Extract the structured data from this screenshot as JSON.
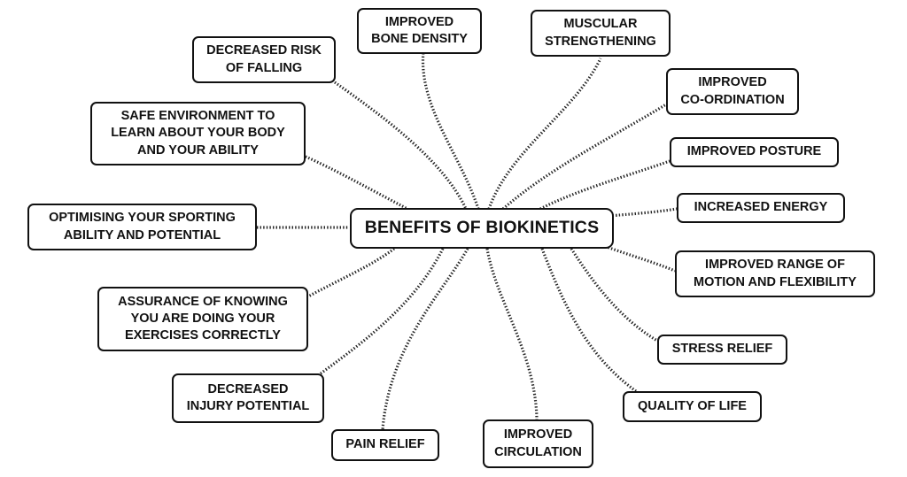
{
  "center": {
    "label": "BENEFITS OF BIOKINETICS"
  },
  "benefits": [
    {
      "label": "IMPROVED\nBONE DENSITY"
    },
    {
      "label": "MUSCULAR\nSTRENGTHENING"
    },
    {
      "label": "IMPROVED\nCO-ORDINATION"
    },
    {
      "label": "IMPROVED POSTURE"
    },
    {
      "label": "INCREASED ENERGY"
    },
    {
      "label": "IMPROVED RANGE OF\nMOTION AND FLEXIBILITY"
    },
    {
      "label": "STRESS RELIEF"
    },
    {
      "label": "QUALITY OF LIFE"
    },
    {
      "label": "IMPROVED\nCIRCULATION"
    },
    {
      "label": "PAIN RELIEF"
    },
    {
      "label": "DECREASED\nINJURY POTENTIAL"
    },
    {
      "label": "ASSURANCE OF KNOWING\nYOU ARE DOING YOUR\nEXERCISES CORRECTLY"
    },
    {
      "label": "OPTIMISING YOUR SPORTING\nABILITY AND POTENTIAL"
    },
    {
      "label": "SAFE ENVIRONMENT TO\nLEARN ABOUT YOUR BODY\nAND YOUR ABILITY"
    },
    {
      "label": "DECREASED RISK\nOF FALLING"
    }
  ],
  "colors": {
    "stroke": "#111111",
    "background": "#ffffff",
    "text": "#111111"
  }
}
